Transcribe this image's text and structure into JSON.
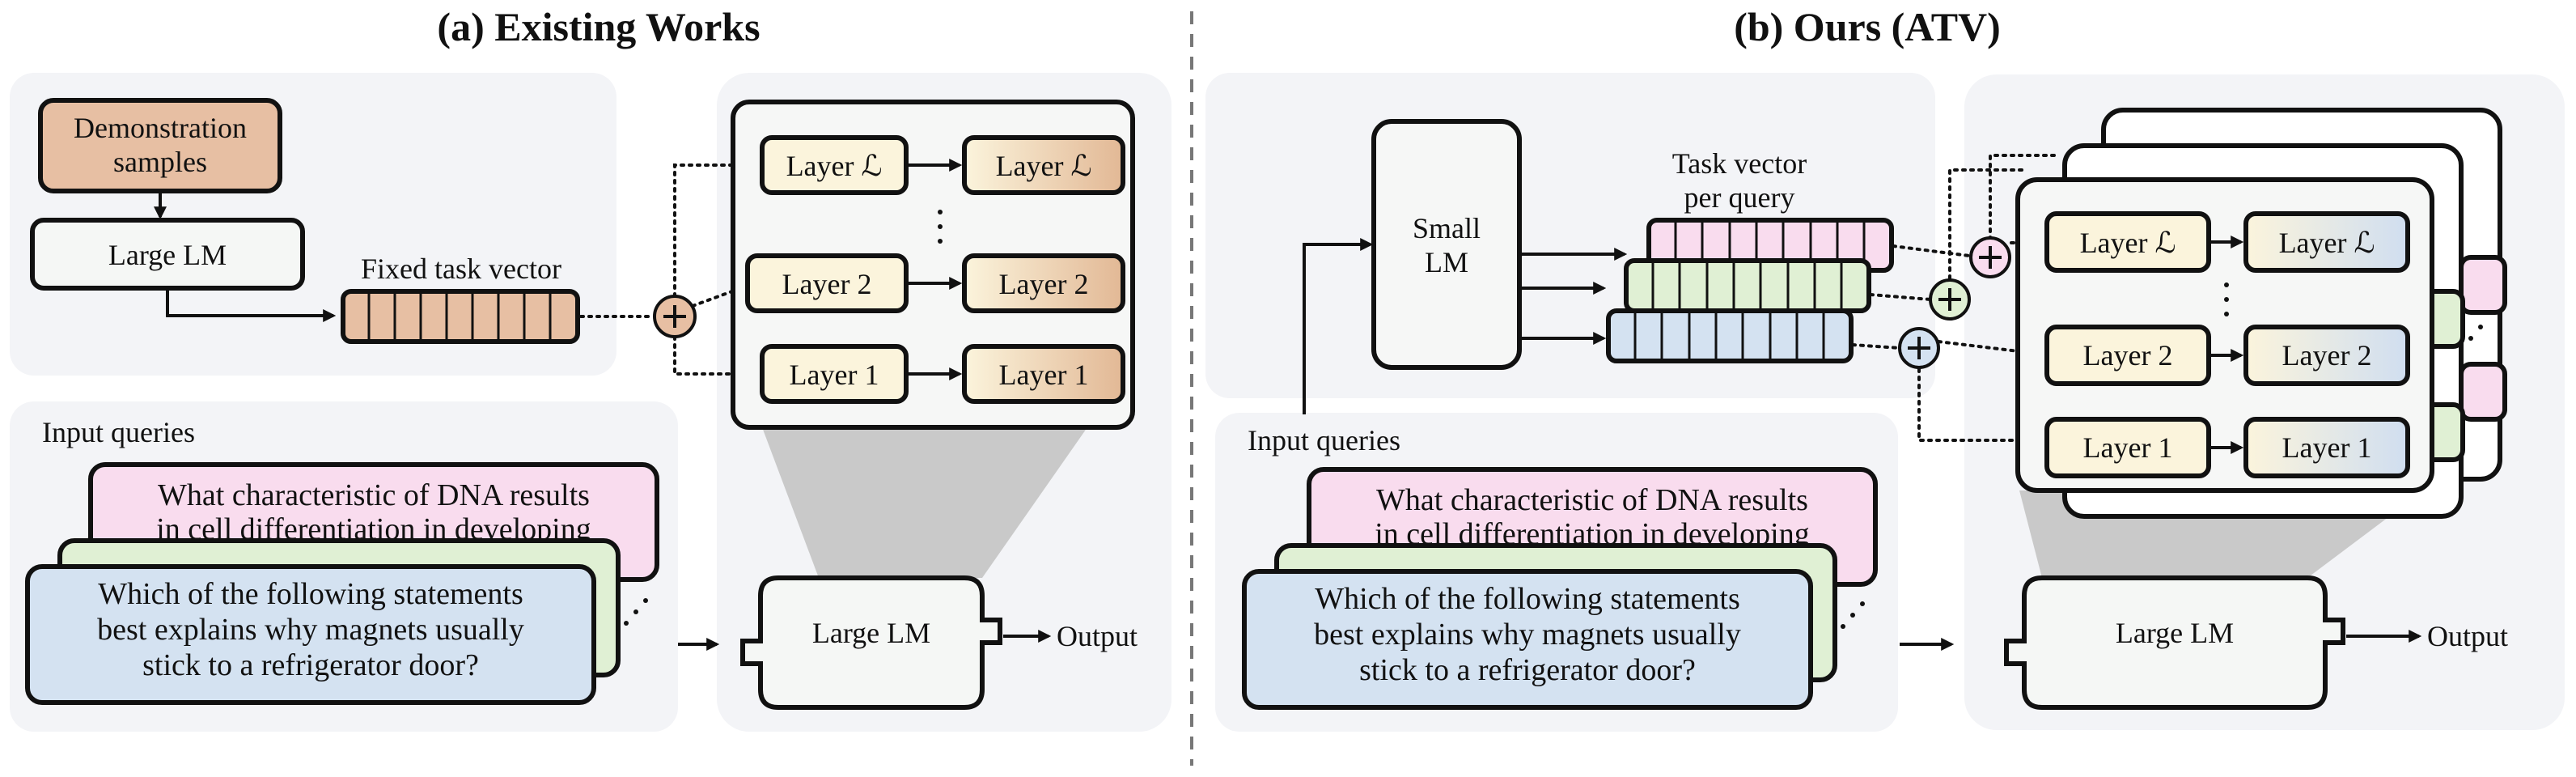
{
  "colors": {
    "panel_bg": "#f3f4f7",
    "demo_fill": "#e7bfa3",
    "large_lm_fill": "#f5f7f5",
    "layer_fill": "#fbf4dc",
    "pink": "#f9dcee",
    "green": "#e0f0d4",
    "blue": "#d4e2f1",
    "zoom_grey": "#c9c9c9"
  },
  "left": {
    "title": "(a) Existing Works",
    "demo_line1": "Demonstration",
    "demo_line2": "samples",
    "large_lm": "Large LM",
    "fixed_task_vector": "Fixed task vector",
    "layers": [
      "Layer ℒ",
      "Layer 2",
      "Layer 1"
    ],
    "input_queries": "Input queries",
    "query_back_line1": "What characteristic of DNA results",
    "query_back_line2": "in cell differentiation in developing",
    "query_front_line1": "Which of the following statements",
    "query_front_line2": "best explains why magnets usually",
    "query_front_line3": "stick to a refrigerator door?",
    "model": "Large LM",
    "output": "Output"
  },
  "right": {
    "title": "(b) Ours (ATV)",
    "small_lm_line1": "Small",
    "small_lm_line2": "LM",
    "task_vector_line1": "Task vector",
    "task_vector_line2": "per query",
    "layers": [
      "Layer ℒ",
      "Layer 2",
      "Layer 1"
    ],
    "input_queries": "Input queries",
    "query_back_line1": "What characteristic of DNA results",
    "query_back_line2": "in cell differentiation in developing",
    "query_front_line1": "Which of the following statements",
    "query_front_line2": "best explains why magnets usually",
    "query_front_line3": "stick to a refrigerator door?",
    "model": "Large LM",
    "output": "Output"
  },
  "icons": {
    "plus": "circled-plus-icon",
    "ellipsis": "vertical-ellipsis-icon"
  }
}
